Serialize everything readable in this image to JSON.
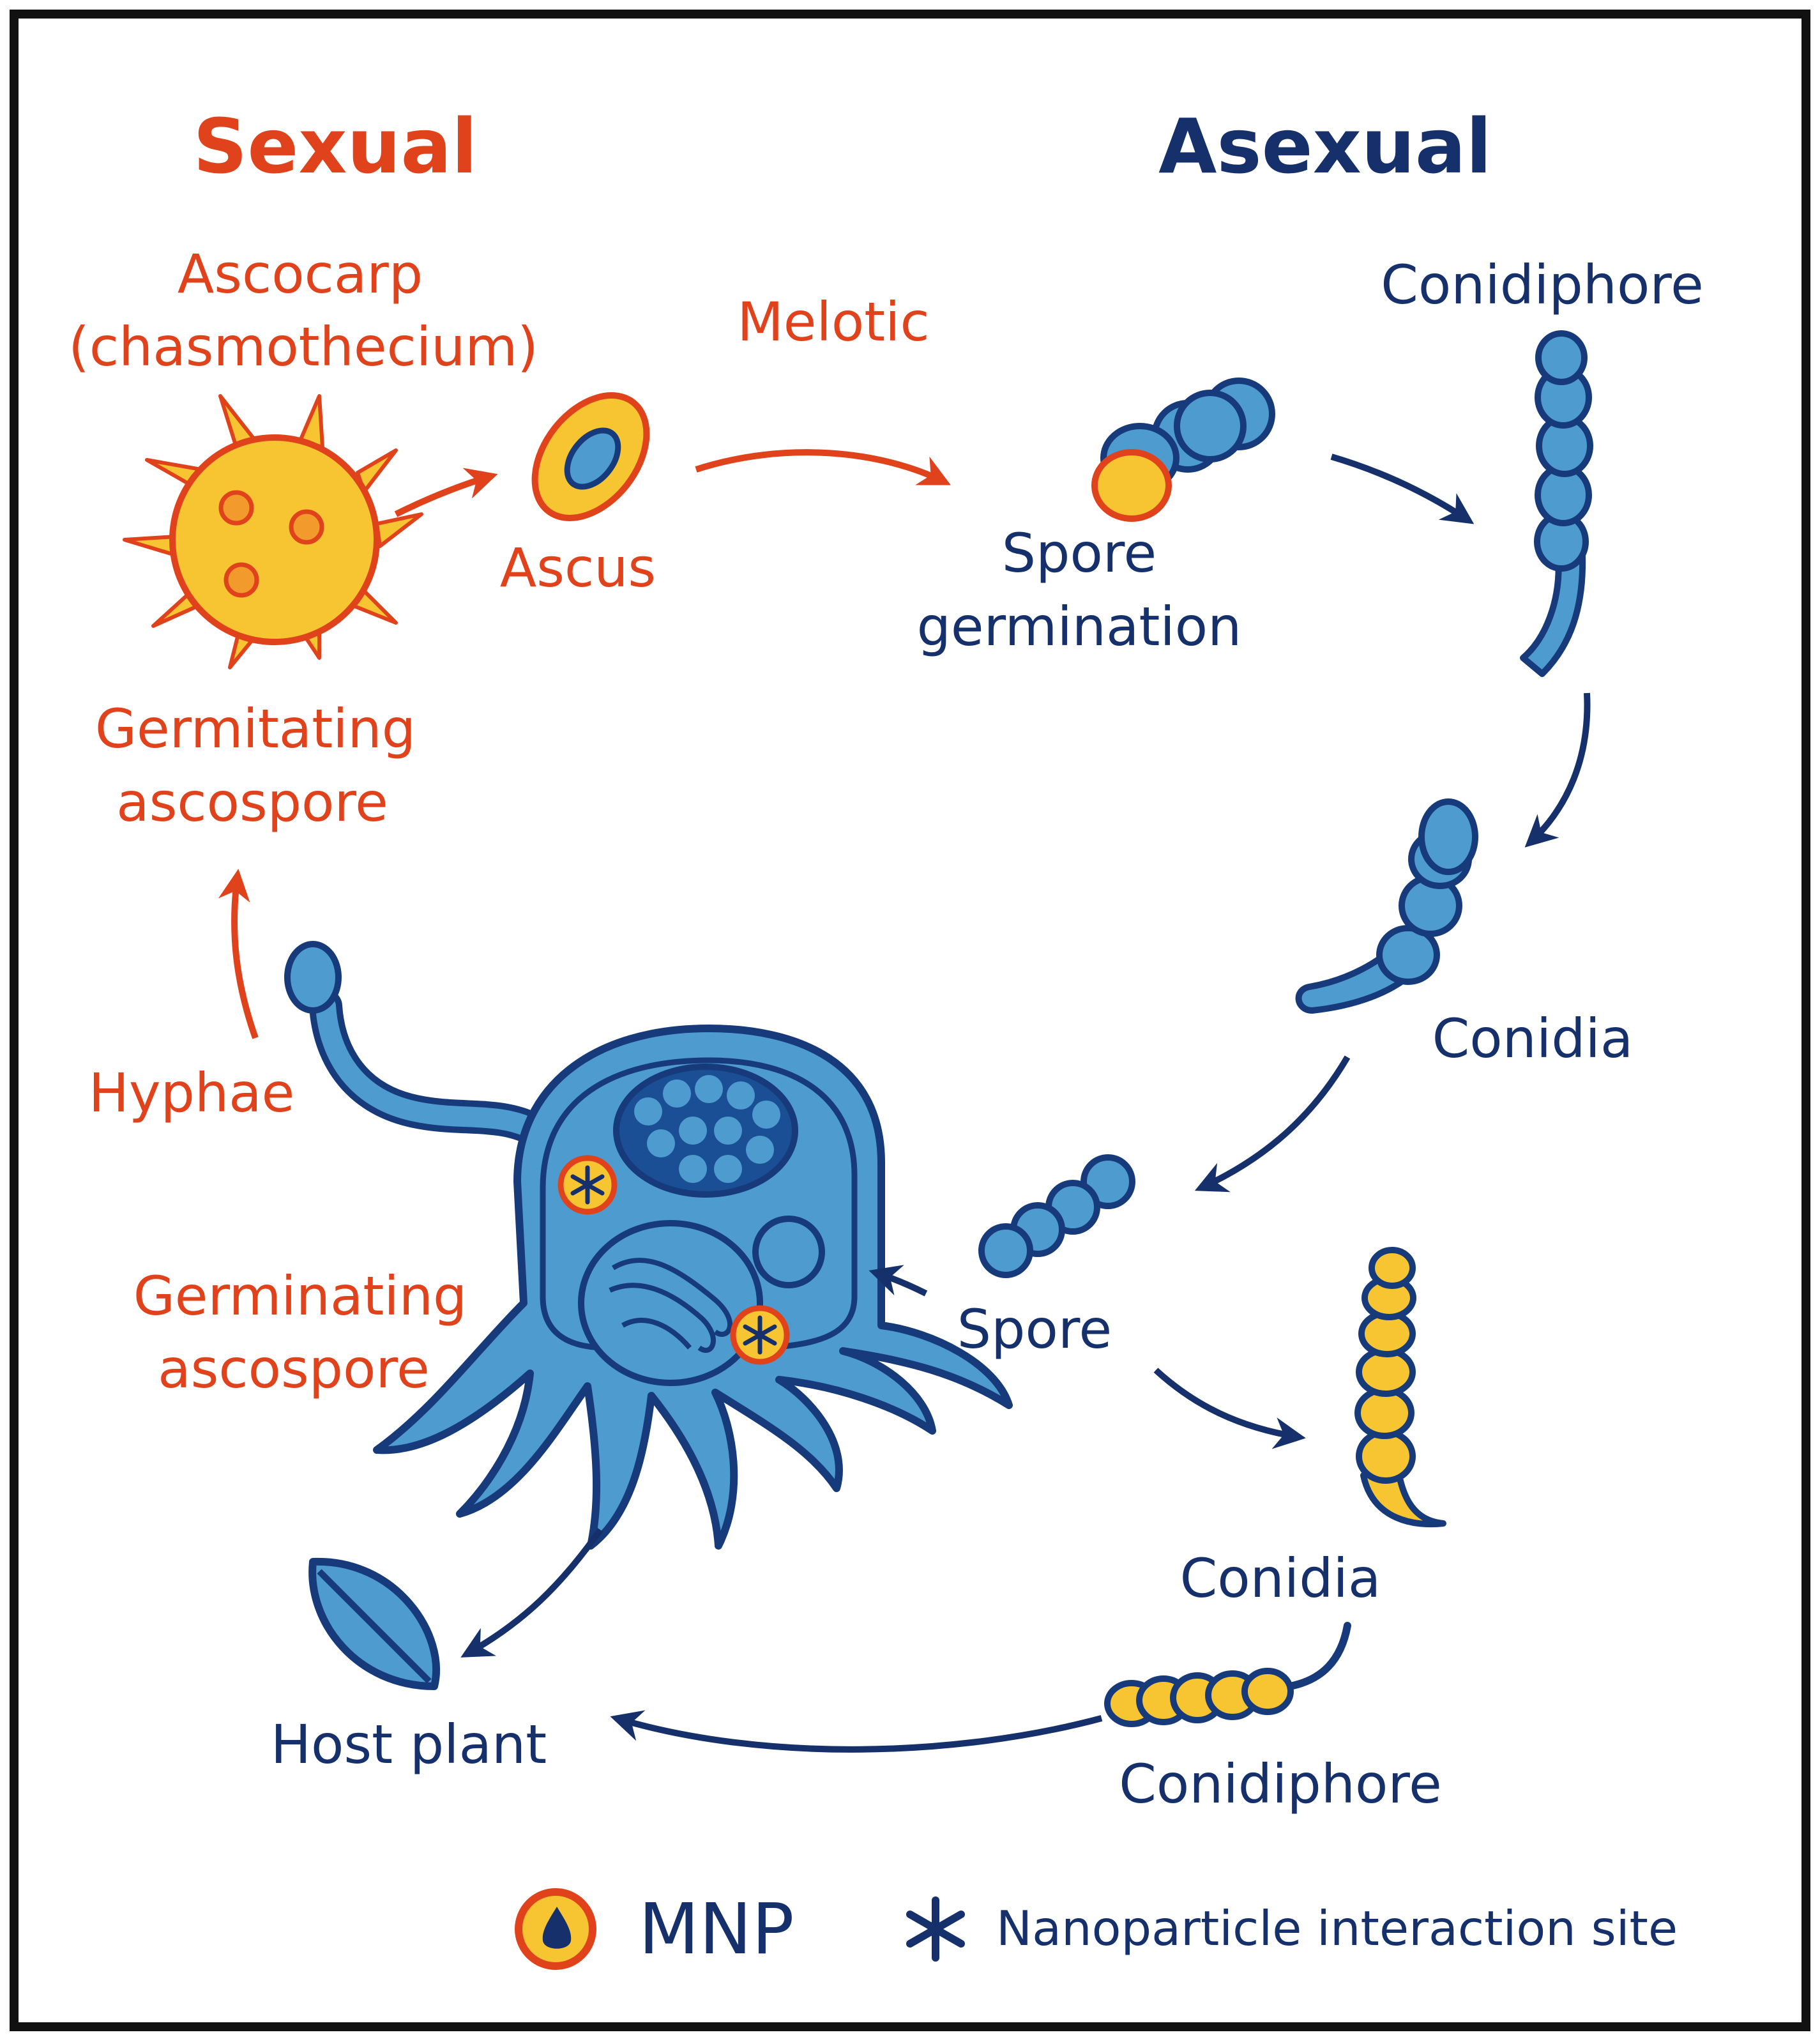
{
  "headings": {
    "sexual": "Sexual",
    "asexual": "Asexual"
  },
  "labels": {
    "ascocarp_line1": "Ascocarp",
    "ascocarp_line2": "(chasmothecium)",
    "melotic": "Melotic",
    "ascus": "Ascus",
    "spore_germination_line1": "Spore",
    "spore_germination_line2": "germination",
    "conidiphore_top": "Conidiphore",
    "germitating_line1": "Germitating",
    "germitating_line2": "ascospore",
    "conidia_mid": "Conidia",
    "hyphae": "Hyphae",
    "germinating_line1": "Germinating",
    "germinating_line2": "ascospore",
    "spore": "Spore",
    "conidia_low": "Conidia",
    "host_plant": "Host plant",
    "conidiphore_bottom": "Conidiphore"
  },
  "legend": {
    "mnp_label": "MNP",
    "site_label": "Nanoparticle interaction site"
  },
  "colors": {
    "sexual_red": "#e0421c",
    "asexual_navy": "#15306b",
    "cell_blue": "#4d9bcf",
    "spore_yellow": "#f7c531",
    "outline_navy": "#163a7a"
  }
}
